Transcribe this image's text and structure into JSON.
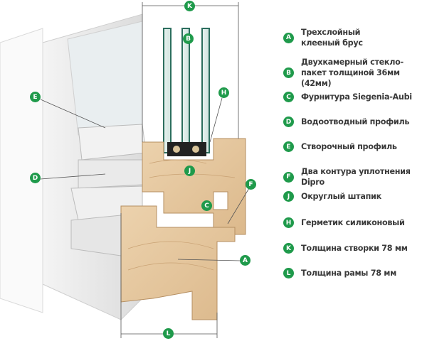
{
  "accent_color": "#1f9a4b",
  "diagram_markers": [
    "K",
    "B",
    "H",
    "E",
    "D",
    "J",
    "F",
    "C",
    "A",
    "L"
  ],
  "legend": [
    {
      "letter": "A",
      "lines": [
        "Трехслойный",
        "клееный брус"
      ]
    },
    {
      "letter": "B",
      "lines": [
        "Двухкамерный стекло-",
        "пакет толщиной 36мм (42мм)"
      ]
    },
    {
      "letter": "C",
      "lines": [
        "Фурнитура Siegenia-Aubi"
      ]
    },
    {
      "letter": "D",
      "lines": [
        "Водоотводный профиль"
      ]
    },
    {
      "letter": "E",
      "lines": [
        "Створочный профиль"
      ]
    },
    {
      "letter": "F",
      "lines": [
        "Два контура уплотнения Dipro"
      ]
    },
    {
      "letter": "J",
      "lines": [
        "Округлый штапик"
      ]
    },
    {
      "letter": "H",
      "lines": [
        "Герметик силиконовый"
      ]
    },
    {
      "letter": "K",
      "lines": [
        "Толщина створки 78 мм"
      ]
    },
    {
      "letter": "L",
      "lines": [
        "Толщина рамы 78 мм"
      ]
    }
  ]
}
